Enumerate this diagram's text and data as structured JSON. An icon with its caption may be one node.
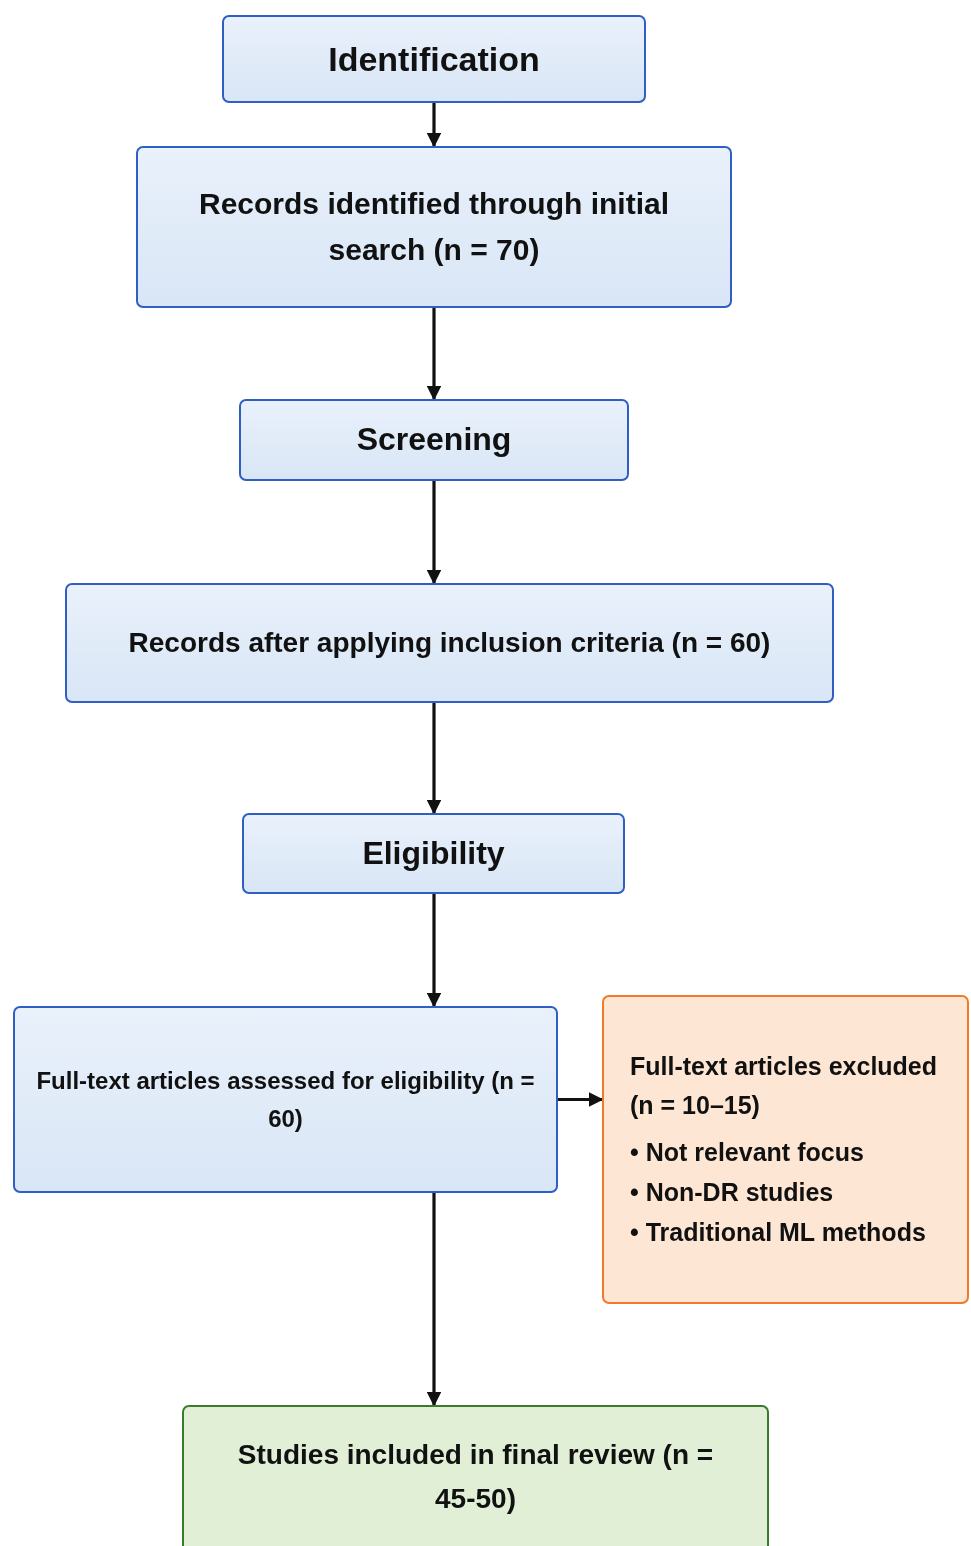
{
  "diagram": {
    "nodes": [
      {
        "text": [
          "Identification"
        ]
      },
      {
        "text": [
          "Records identified through initial search (n = 70)"
        ]
      },
      {
        "text": [
          "Screening"
        ]
      },
      {
        "text": [
          "Records after applying inclusion criteria (n = 60)"
        ]
      },
      {
        "text": [
          "Eligibility"
        ]
      },
      {
        "text": [
          "Full-text articles assessed for eligibility (n = 60)"
        ]
      },
      {
        "text": [
          "Full-text articles excluded (n = 10–15)",
          "• Not relevant focus",
          "• Non-DR studies",
          "• Traditional ML methods"
        ]
      },
      {
        "text": [
          "Studies included in final review (n = 45-50)"
        ]
      }
    ],
    "edges": [
      {
        "from": 0,
        "to": 1,
        "arrow": "to"
      },
      {
        "from": 1,
        "to": 2,
        "arrow": "to"
      },
      {
        "from": 2,
        "to": 3,
        "arrow": "to"
      },
      {
        "from": 3,
        "to": 4,
        "arrow": "to"
      },
      {
        "from": 4,
        "to": 5,
        "arrow": "to"
      },
      {
        "from": 5,
        "to": 6,
        "arrow": "to"
      },
      {
        "from": 5,
        "to": 7,
        "arrow": "to"
      }
    ]
  }
}
